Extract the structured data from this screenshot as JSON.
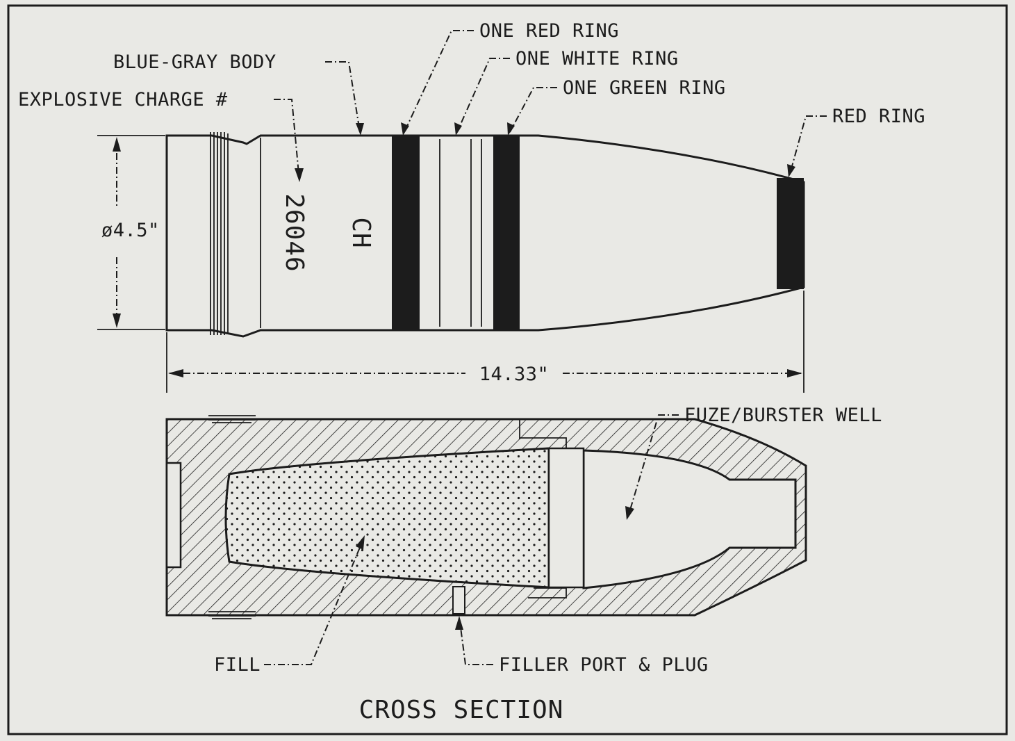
{
  "labels": {
    "one_red_ring": "ONE RED RING",
    "one_white_ring": "ONE WHITE RING",
    "blue_gray_body": "BLUE-GRAY BODY",
    "one_green_ring": "ONE GREEN RING",
    "explosive_charge": "EXPLOSIVE CHARGE #",
    "red_ring": "RED RING",
    "diameter": "ø4.5\"",
    "length": "14.33\"",
    "marking_lot": "26046",
    "marking_agent": "CH",
    "fuze_burster_well": "FUZE/BURSTER WELL",
    "fill": "FILL",
    "filler_port_plug": "FILLER PORT & PLUG",
    "cross_section": "CROSS SECTION"
  },
  "colors": {
    "ink": "#1c1c1c",
    "paper": "#e9e9e5"
  }
}
